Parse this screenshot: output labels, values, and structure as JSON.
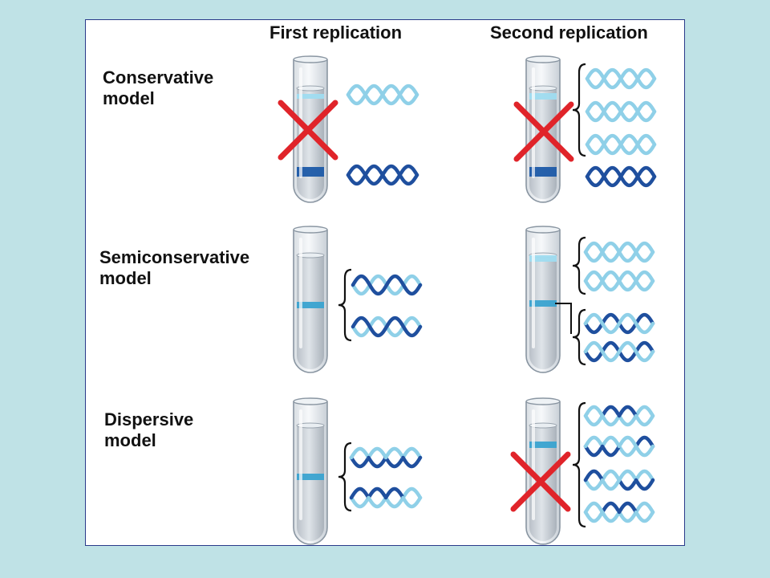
{
  "headers": {
    "first": "First replication",
    "second": "Second replication"
  },
  "rows": [
    {
      "key": "conservative",
      "label_line1": "Conservative",
      "label_line2": "model"
    },
    {
      "key": "semiconservative",
      "label_line1": "Semiconservative",
      "label_line2": "model"
    },
    {
      "key": "dispersive",
      "label_line1": "Dispersive",
      "label_line2": "model"
    }
  ],
  "colors": {
    "background": "#bfe2e6",
    "heavy_dna": "#1f4f9e",
    "light_dna": "#8fd0e8",
    "band_light": "#9fdcf0",
    "band_hybrid": "#3aa3d0",
    "band_heavy": "#1c5aa8",
    "cross": "#e0242a"
  },
  "icons": [
    "test-tube-icon",
    "dna-double-helix-icon",
    "red-x-icon",
    "curly-bracket-icon"
  ]
}
